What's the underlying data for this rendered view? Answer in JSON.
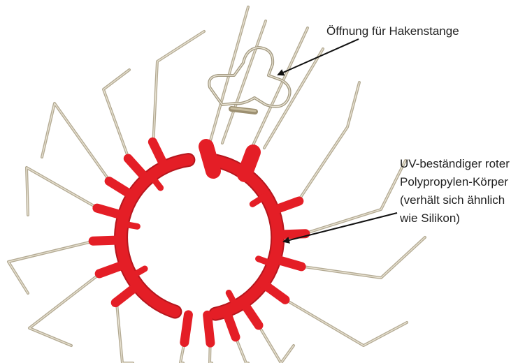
{
  "image": {
    "subject": "red-hook-ring-with-wire-prongs",
    "colors": {
      "background": "#ffffff",
      "body_red": "#e41e26",
      "body_red_dark": "#b5161d",
      "wire": "#b3aa93",
      "wire_light": "#e8e2d2",
      "annotation": "#222222"
    }
  },
  "annotations": {
    "opening": {
      "text": "Öffnung für Hakenstange"
    },
    "body": {
      "lines": [
        "UV-beständiger roter",
        "Polypropylen-Körper",
        "(verhält sich ähnlich",
        "wie Silikon)"
      ]
    }
  }
}
